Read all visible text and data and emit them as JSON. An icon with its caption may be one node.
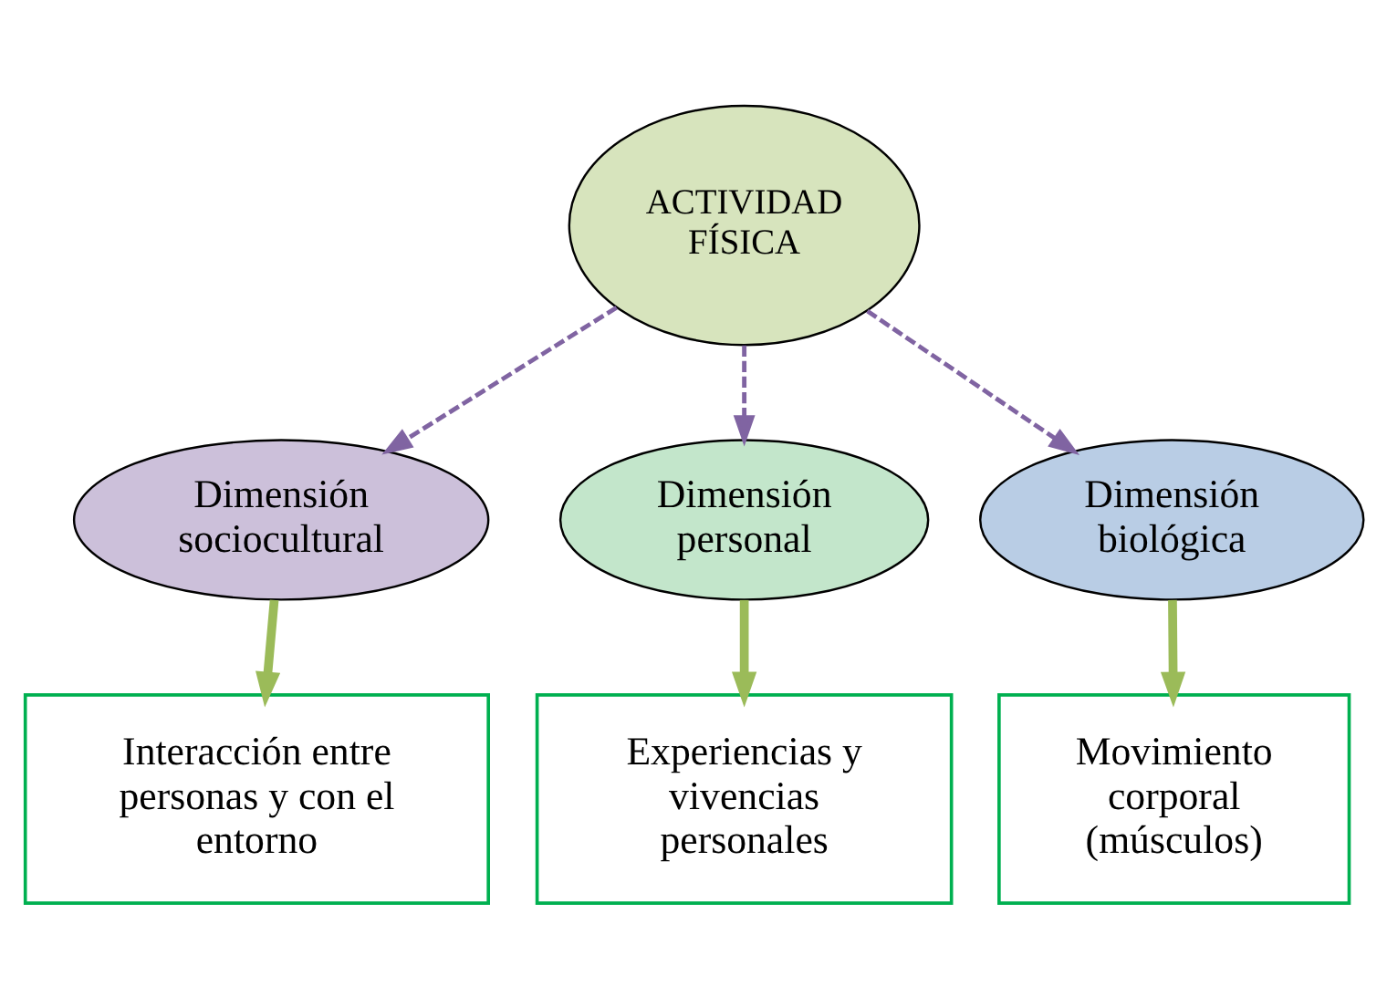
{
  "diagram": {
    "nodes": [
      {
        "text": [
          "ACTIVIDAD FÍSICA"
        ]
      },
      {
        "text": [
          "Dimensión sociocultural"
        ]
      },
      {
        "text": [
          "Dimensión personal"
        ]
      },
      {
        "text": [
          "Dimensión biológica"
        ]
      },
      {
        "text": [
          "Interacción entre personas y con el entorno"
        ]
      },
      {
        "text": [
          "Experiencias y vivencias personales"
        ]
      },
      {
        "text": [
          "Movimiento corporal (músculos)"
        ]
      }
    ],
    "edges": [
      {
        "from": 0,
        "to": 1,
        "arrow": "to",
        "style": "dashed",
        "color": "#8064a2"
      },
      {
        "from": 0,
        "to": 2,
        "arrow": "to",
        "style": "dashed",
        "color": "#8064a2"
      },
      {
        "from": 0,
        "to": 3,
        "arrow": "to",
        "style": "dashed",
        "color": "#8064a2"
      },
      {
        "from": 1,
        "to": 4,
        "arrow": "to",
        "style": "thick",
        "color": "#9bbb59"
      },
      {
        "from": 2,
        "to": 5,
        "arrow": "to",
        "style": "thick",
        "color": "#9bbb59"
      },
      {
        "from": 3,
        "to": 6,
        "arrow": "to",
        "style": "thick",
        "color": "#9bbb59"
      }
    ]
  }
}
